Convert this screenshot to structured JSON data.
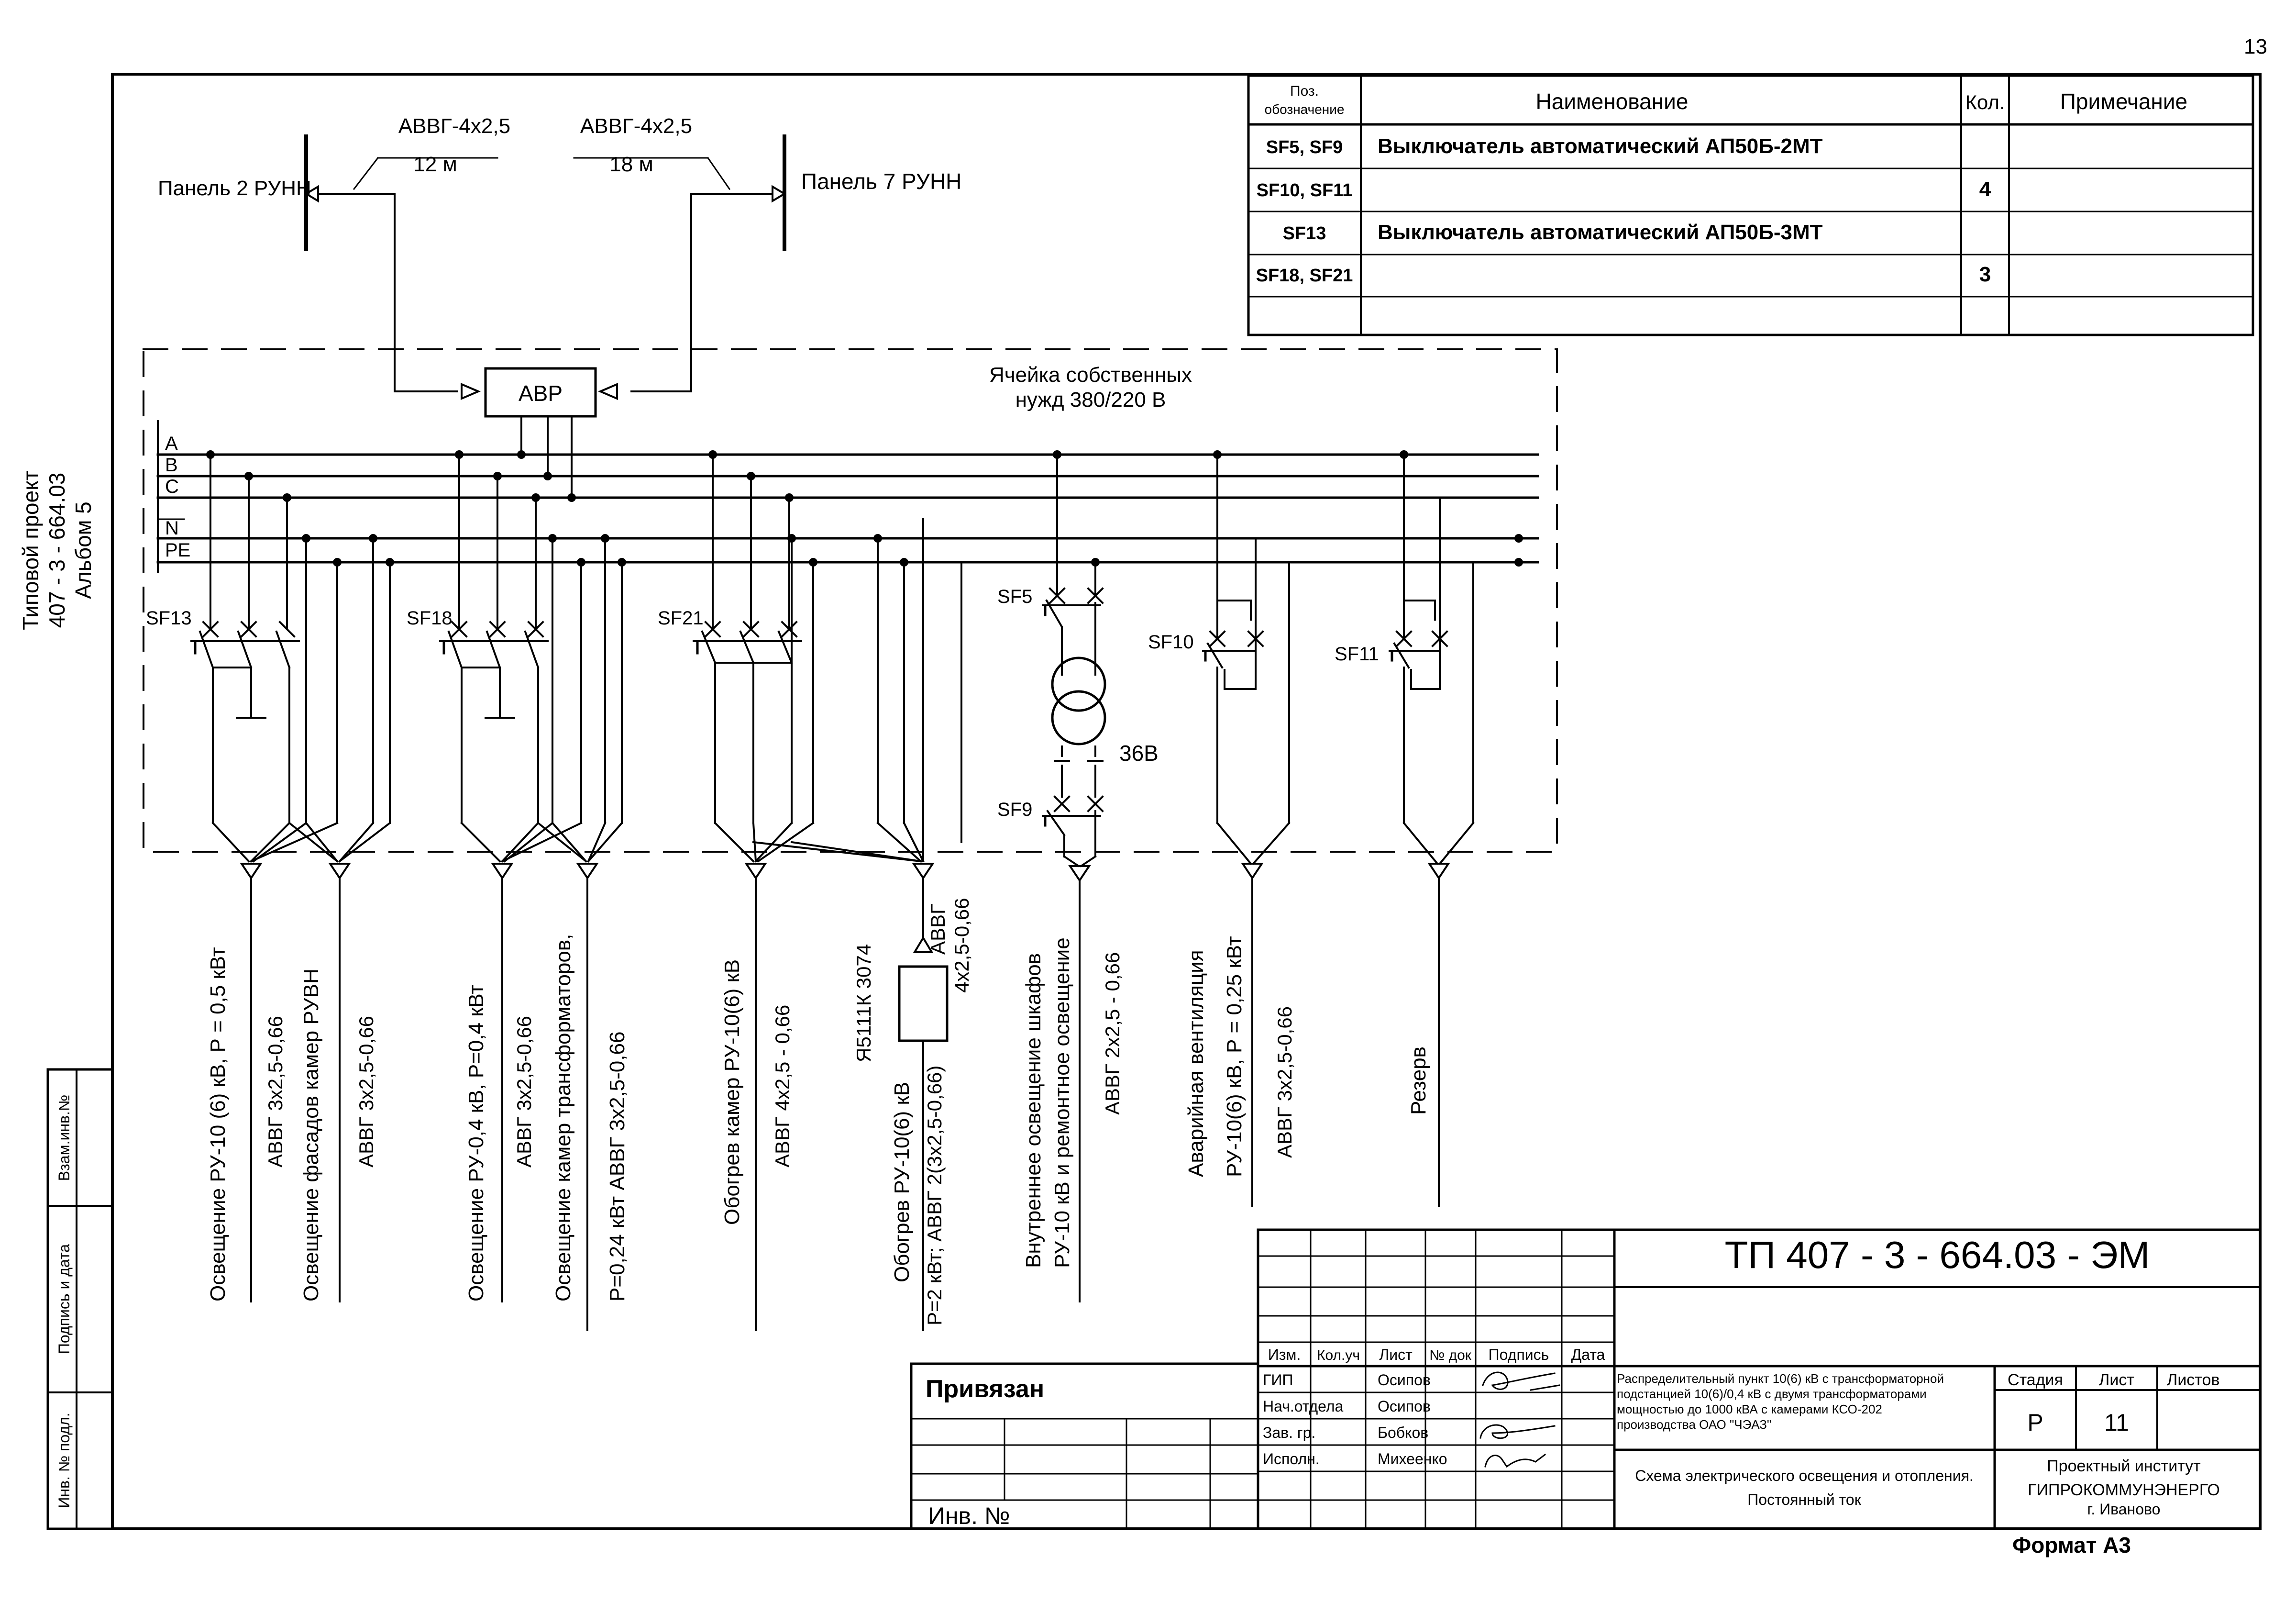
{
  "sheet": {
    "page_number": "13",
    "format": "Формат А3",
    "side_project_title": "Типовой проект",
    "side_project_number": "407 - 3 - 664.03",
    "side_album": "Альбом   5"
  },
  "spec_table": {
    "headers": {
      "designation_line1": "Поз.",
      "designation_line2": "обозначение",
      "name": "Наименование",
      "qty": "Кол.",
      "note": "Примечание"
    },
    "rows": [
      {
        "designation": "SF5, SF9",
        "name": "Выключатель автоматический АП50Б-2МТ",
        "qty": "",
        "note": ""
      },
      {
        "designation": "SF10, SF11",
        "name": "",
        "qty": "4",
        "note": ""
      },
      {
        "designation": "SF13",
        "name": "Выключатель автоматический АП50Б-3МТ",
        "qty": "",
        "note": ""
      },
      {
        "designation": "SF18, SF21",
        "name": "",
        "qty": "3",
        "note": ""
      },
      {
        "designation": "",
        "name": "",
        "qty": "",
        "note": ""
      }
    ]
  },
  "diagram": {
    "panel_left": "Панель 2  РУНН",
    "panel_right": "Панель 7  РУНН",
    "cable_left_type": "АВВГ-4х2,5",
    "cable_left_length": "12 м",
    "cable_right_type": "АВВГ-4х2,5",
    "cable_right_length": "18 м",
    "avr_label": "АВР",
    "cell_title_line1": "Ячейка собственных",
    "cell_title_line2": "нужд 380/220 В",
    "bus_labels": [
      "A",
      "B",
      "C",
      "N",
      "PE"
    ],
    "breakers": {
      "sf13": "SF13",
      "sf18": "SF18",
      "sf21": "SF21",
      "sf5": "SF5",
      "sf9": "SF9",
      "sf10": "SF10",
      "sf11": "SF11"
    },
    "transformer_voltage": "36В",
    "feeder_labels": {
      "f1_load": "Освещение РУ-10 (6) кВ, Р = 0,5 кВт",
      "f1_cable": "АВВГ 3х2,5-0,66",
      "f2_load": "Освещение фасадов камер РУВН",
      "f2_cable": "АВВГ 3х2,5-0,66",
      "f3_load": "Освещение РУ-0,4 кВ, Р=0,4 кВт",
      "f3_cable": "АВВГ 3х2,5-0,66",
      "f4_load_line1": "Освещение камер трансформаторов,",
      "f4_load_line2": "Р=0,24 кВт АВВГ 3х2,5-0,66",
      "f5_load": "Обогрев камер РУ-10(6) кВ",
      "f5_cable": "АВВГ 4х2,5 - 0,66",
      "f6_box": "Я5111К 3074",
      "f6_cable_top_line1": "АВВГ",
      "f6_cable_top_line2": "4х2,5-0,66",
      "f6_load_line1": "Обогрев РУ-10(6) кВ",
      "f6_load_line2": "Р=2 кВт; АВВГ 2(3х2,5-0,66)",
      "f7_load_line1": "Внутреннее освещение шкафов",
      "f7_load_line2": "РУ-10 кВ и ремонтное освещение",
      "f7_cable": "АВВГ 2х2,5 - 0,66",
      "f8_load_line1": "Аварийная вентиляция",
      "f8_load_line2": "РУ-10(6) кВ, Р = 0,25 кВт",
      "f8_cable": "АВВГ 3х2,5-0,66",
      "f9_load": "Резерв"
    }
  },
  "title_block": {
    "doc_code": "ТП  407 - 3 - 664.03 - ЭМ",
    "col_headers": [
      "Изм.",
      "Кол.уч",
      "Лист",
      "№ док",
      "Подпись",
      "Дата"
    ],
    "roles": [
      {
        "role": "ГИП",
        "name": "Осипов"
      },
      {
        "role": "Нач.отдела",
        "name": "Осипов"
      },
      {
        "role": "Зав. гр.",
        "name": "Бобков"
      },
      {
        "role": "Исполн.",
        "name": "Михеенко"
      }
    ],
    "project_desc_lines": [
      "Распределительный пункт 10(6) кВ с трансформаторной",
      "подстанцией 10(6)/0,4 кВ с двумя трансформаторами",
      "мощностью до 1000 кВА с камерами КСО-202",
      "производства ОАО \"ЧЭАЗ\""
    ],
    "stage_header": "Стадия",
    "sheet_header": "Лист",
    "sheets_header": "Листов",
    "stage_value": "Р",
    "sheet_value": "11",
    "sheets_value": "",
    "drawing_title_line1": "Схема электрического освещения и отопления.",
    "drawing_title_line2": "Постоянный ток",
    "org_line1": "Проектный институт",
    "org_line2": "ГИПРОКОММУНЭНЕРГО",
    "org_line3": "г. Иваново"
  },
  "binding_block": {
    "title": "Привязан",
    "inv_label": "Инв. №"
  },
  "left_strip": {
    "inv_podl": "Инв. № подл.",
    "signature_date": "Подпись и дата",
    "vzam_inv": "Взам.инв.№"
  }
}
